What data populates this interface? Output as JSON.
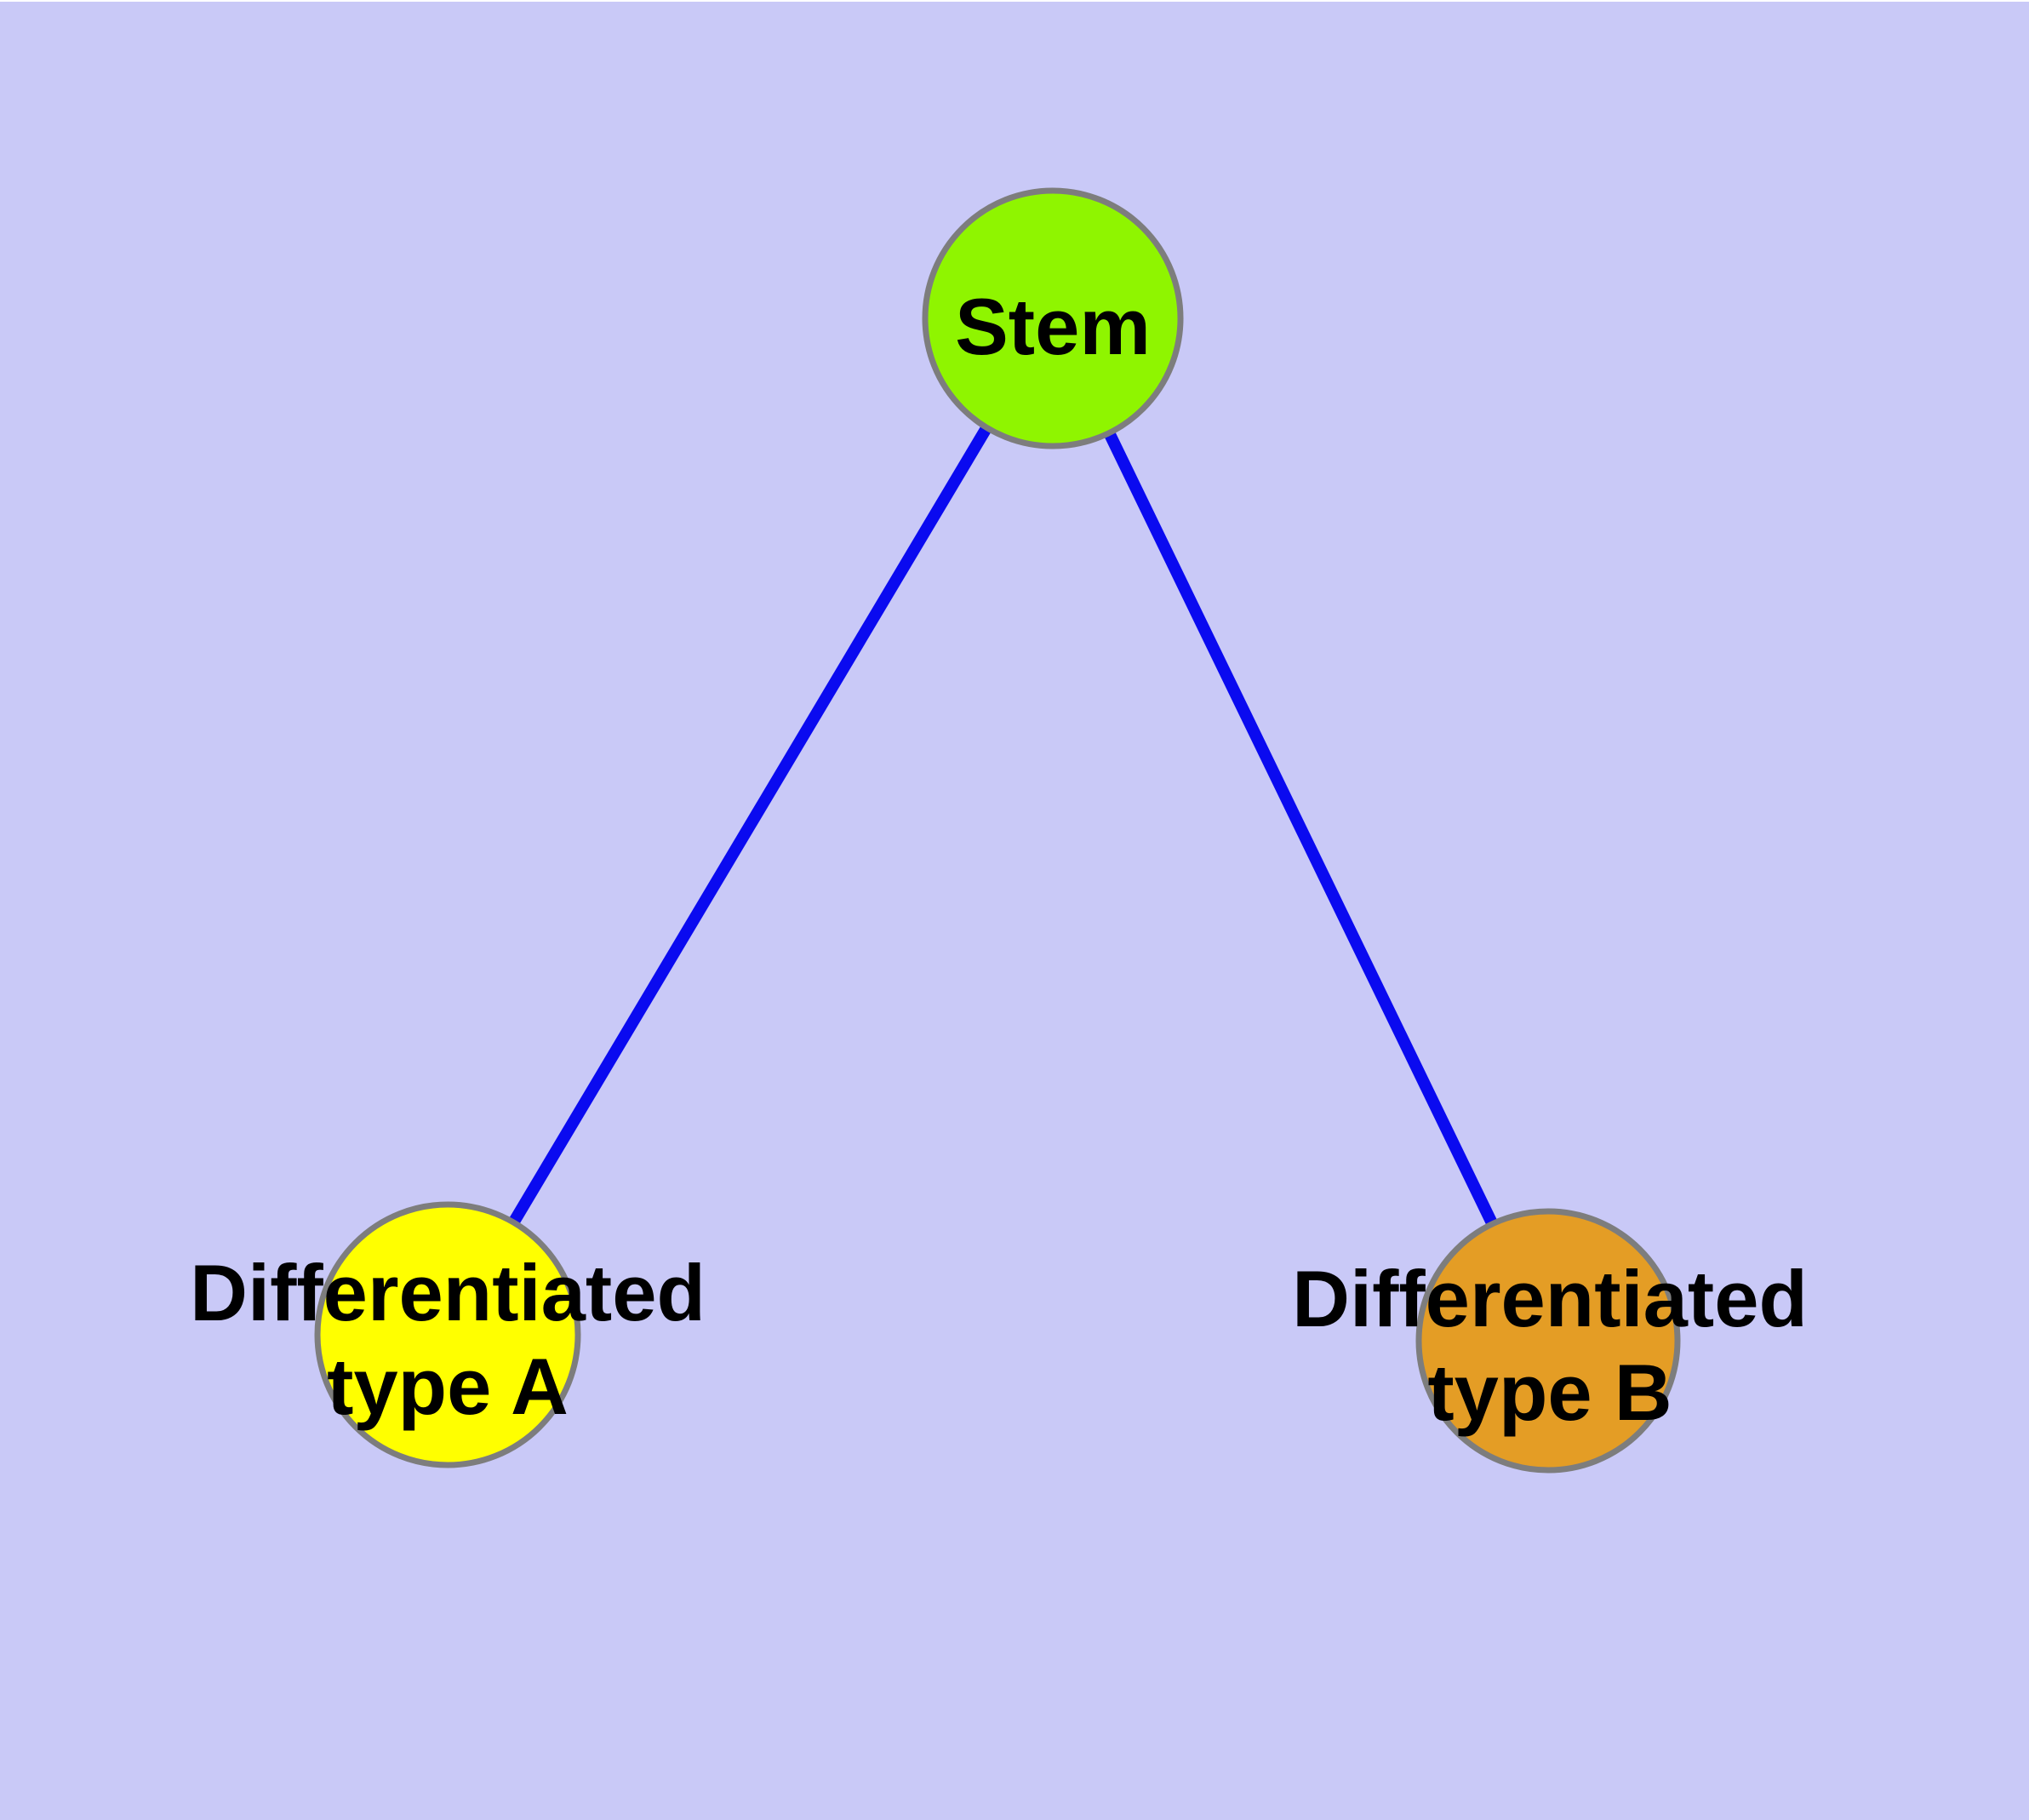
{
  "diagram": {
    "title": "",
    "background_color": "#C9C9F7",
    "edge_color": "#0A0AF0",
    "node_border_color": "#7D7D7D",
    "label_color": "#000000",
    "nodes": [
      {
        "id": "stem",
        "label": "Stem",
        "label_line1": "Stem",
        "label_line2": "",
        "fill": "#8FF500"
      },
      {
        "id": "differentiated-type-a",
        "label": "Differentiated type A",
        "label_line1": "Differentiated",
        "label_line2": "type A",
        "fill": "#FFFF00"
      },
      {
        "id": "differentiated-type-b",
        "label": "Differentiated type B",
        "label_line1": "Differentiated",
        "label_line2": "type B",
        "fill": "#E49D25"
      }
    ],
    "edges": [
      {
        "from": "Stem",
        "to": "Differentiated type A"
      },
      {
        "from": "Stem",
        "to": "Differentiated type B"
      }
    ]
  }
}
